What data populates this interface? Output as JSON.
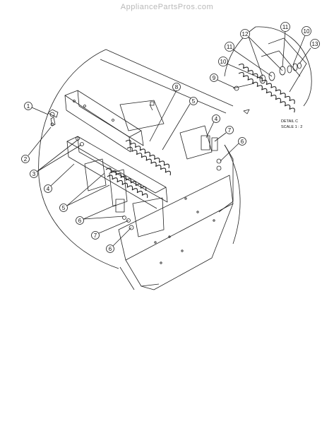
{
  "watermark": "AppliancePartsPros.com",
  "detail": {
    "title": "DETAIL C",
    "scale": "SCALE 1 : 2"
  },
  "callouts": [
    {
      "id": "c1",
      "label": "1"
    },
    {
      "id": "c2",
      "label": "2"
    },
    {
      "id": "c3",
      "label": "3"
    },
    {
      "id": "c4a",
      "label": "4"
    },
    {
      "id": "c5a",
      "label": "5"
    },
    {
      "id": "c6a",
      "label": "6"
    },
    {
      "id": "c7a",
      "label": "7"
    },
    {
      "id": "c8",
      "label": "8"
    },
    {
      "id": "c5b",
      "label": "5"
    },
    {
      "id": "c4b",
      "label": "4"
    },
    {
      "id": "c7b",
      "label": "7"
    },
    {
      "id": "c6b",
      "label": "6"
    },
    {
      "id": "c6c",
      "label": "6"
    },
    {
      "id": "c9",
      "label": "9"
    },
    {
      "id": "c10a",
      "label": "10"
    },
    {
      "id": "c11a",
      "label": "11"
    },
    {
      "id": "c12",
      "label": "12"
    },
    {
      "id": "c11b",
      "label": "11"
    },
    {
      "id": "c10b",
      "label": "10"
    },
    {
      "id": "c13",
      "label": "13"
    }
  ]
}
